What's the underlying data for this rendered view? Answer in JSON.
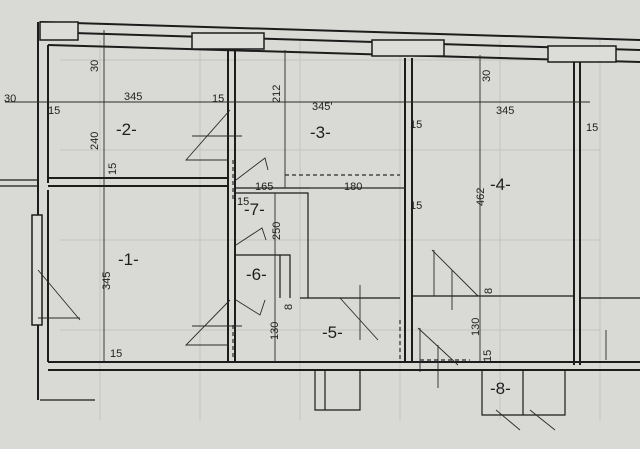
{
  "drawing": {
    "rooms": [
      "-1-",
      "-2-",
      "-3-",
      "-4-",
      "-5-",
      "-6-",
      "-7-",
      "-8-"
    ],
    "dimensions": {
      "left_wall": "30",
      "room2_width": "345",
      "room2_left_wall": "15",
      "room2_right_wall": "15",
      "room2_top": "30",
      "room2_depth": "240",
      "room2_bottom_wall": "15",
      "room3_depth": "212",
      "room3_width": "345'",
      "room3_right_wall": "15",
      "room4_top": "30",
      "room4_width": "345",
      "room4_right_wall": "15",
      "room7_width": "165",
      "corridor_width": "180",
      "room7_left_wall": "15",
      "corridor_right_wall": "15",
      "room7_depth": "250",
      "room4_depth": "462",
      "room1_depth": "345",
      "room4_partition": "8",
      "room6_partition": "8",
      "room5_depth": "130",
      "room4_lower_depth": "130",
      "room1_bottom_wall": "15",
      "room4_bottom_wall": "15"
    },
    "colors": {
      "paper": "#d9d9d5",
      "ink": "#1c1c1c"
    }
  }
}
